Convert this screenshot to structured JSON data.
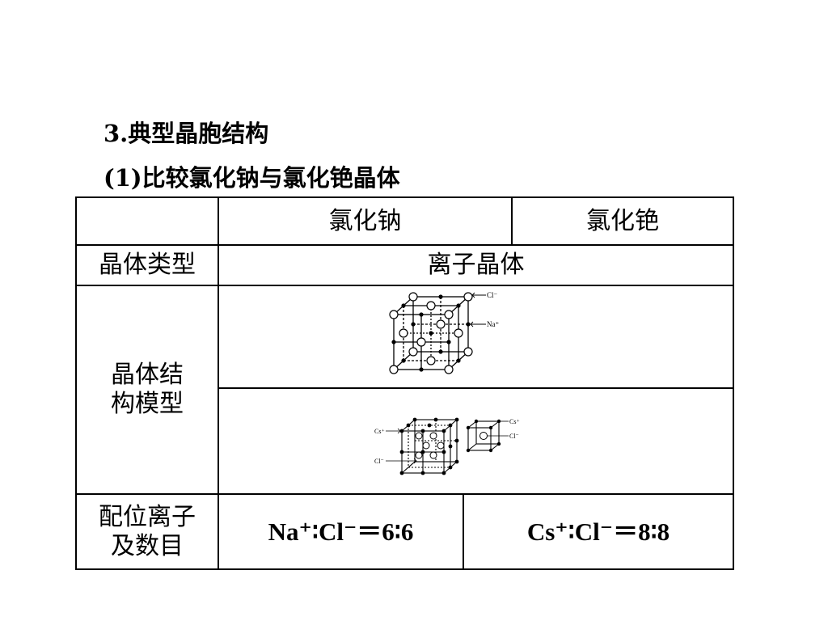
{
  "headings": {
    "section": "3.典型晶胞结构",
    "subsection": "(1)比较氯化钠与氯化铯晶体"
  },
  "table": {
    "col_headers": {
      "nacl": "氯化钠",
      "cscl": "氯化铯"
    },
    "rows": {
      "crystal_type": {
        "label": "晶体类型",
        "value": "离子晶体"
      },
      "structure_model": {
        "label": "晶体结构模型"
      },
      "coordination": {
        "label": "配位离子及数目",
        "nacl": "Na⁺∶Cl⁻＝6∶6",
        "cscl": "Cs⁺∶Cl⁻＝8∶8"
      }
    },
    "figure_labels": {
      "nacl_cl": "Cl⁻",
      "nacl_na": "Na⁺",
      "cscl_cs": "Cs⁺",
      "cscl_cl": "Cl⁻",
      "cscl_cs_right": "Cs⁺",
      "cscl_cl_right": "Cl⁻"
    }
  }
}
